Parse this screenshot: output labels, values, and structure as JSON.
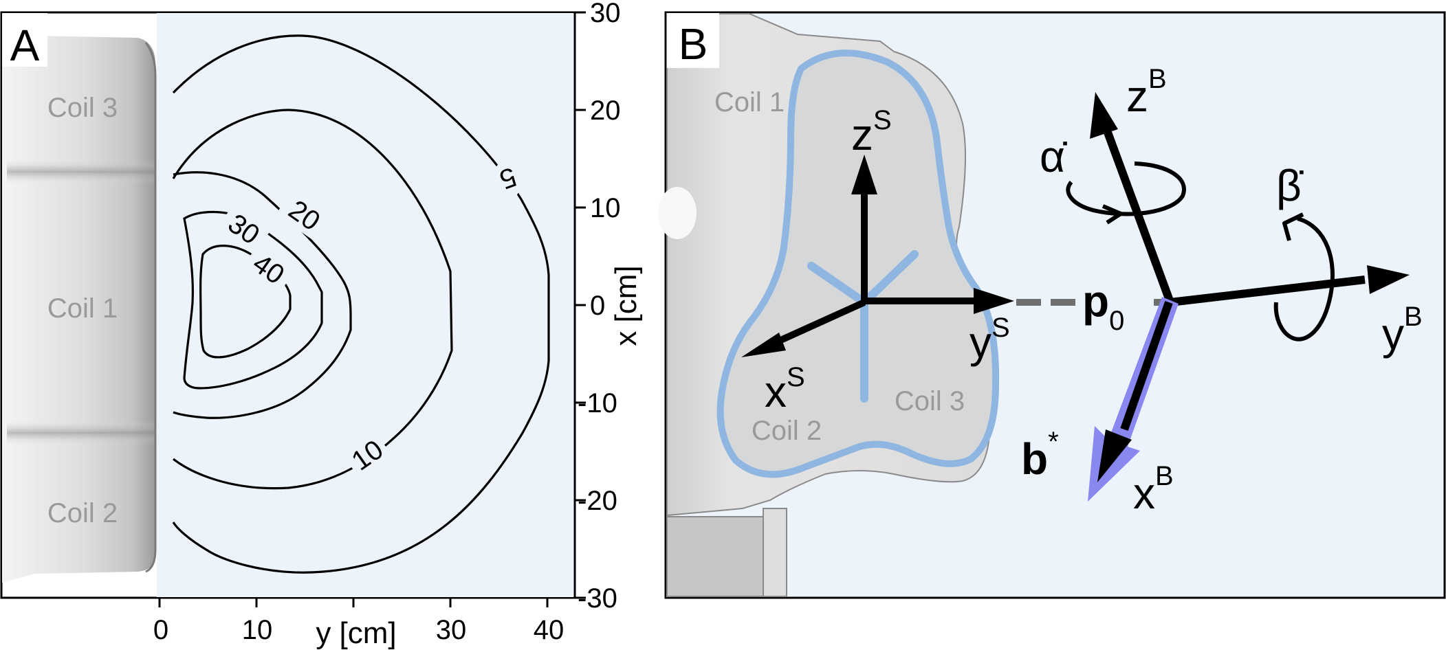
{
  "panel_a": {
    "letter": "A",
    "coils": [
      "Coil 3",
      "Coil 1",
      "Coil 2"
    ],
    "x_axis": {
      "label": "y [cm]",
      "ticks": [
        "0",
        "10",
        "30",
        "40"
      ]
    },
    "y_axis": {
      "label": "x [cm]",
      "ticks": [
        "30",
        "20",
        "10",
        "0",
        "-10",
        "-20",
        "-30"
      ]
    },
    "contour_labels": [
      "5",
      "10",
      "20",
      "30",
      "40"
    ]
  },
  "panel_b": {
    "letter": "B",
    "coils": [
      "Coil 1",
      "Coil 3",
      "Coil 2"
    ],
    "sensor_frame": {
      "z": {
        "base": "z",
        "sup": "S"
      },
      "y": {
        "base": "y",
        "sup": "S"
      },
      "x": {
        "base": "x",
        "sup": "S"
      }
    },
    "body_frame": {
      "z": {
        "base": "z",
        "sup": "B"
      },
      "y": {
        "base": "y",
        "sup": "B"
      },
      "x": {
        "base": "x",
        "sup": "B"
      }
    },
    "origin": {
      "base": "p",
      "sub": "0"
    },
    "alpha_dot": "α̇",
    "beta_dot": "β̇",
    "b_star": {
      "base": "b",
      "sup": "*"
    },
    "colors": {
      "background": "#edf3fb",
      "coil_outline": "#8fb6e0",
      "b_vector": "#8888f0",
      "b_label": "#1f1f7a",
      "coil_text": "#9a9a9a"
    }
  }
}
